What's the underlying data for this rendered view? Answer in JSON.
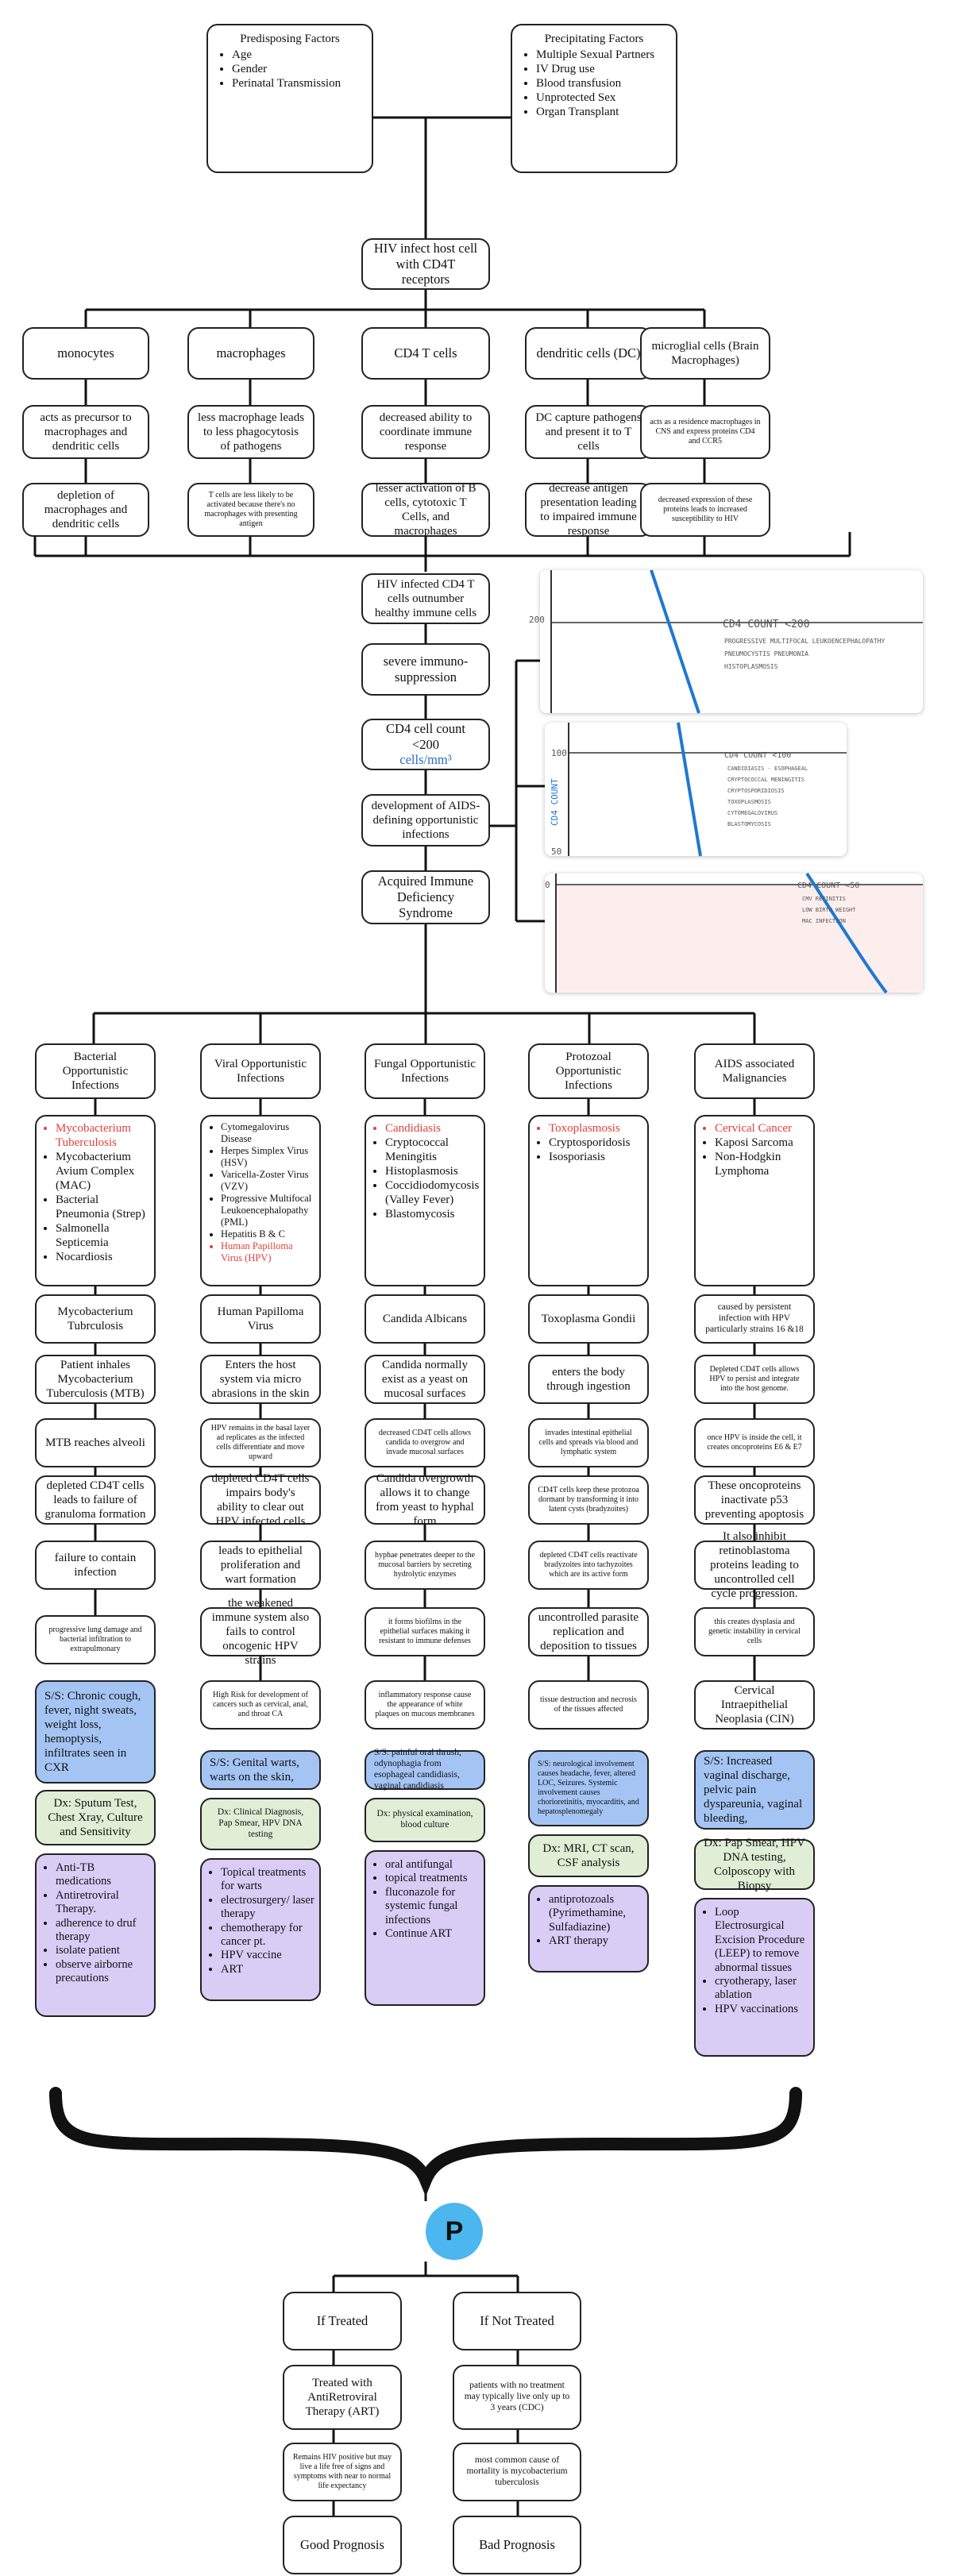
{
  "top": {
    "predisposing": {
      "title": "Predisposing Factors",
      "items": [
        "Age",
        "Gender",
        "Perinatal Transmission"
      ]
    },
    "precipitating": {
      "title": "Precipitating Factors",
      "items": [
        "Multiple Sexual Partners",
        "IV Drug use",
        "Blood transfusion",
        "Unprotected Sex",
        "Organ Transplant"
      ]
    },
    "hiv_infect": "HIV infect host cell with CD4T receptors"
  },
  "cells": [
    {
      "name": "monocytes",
      "action": "acts as precursor to macrophages and dendritic cells",
      "effect": "depletion of macrophages and dendritic cells"
    },
    {
      "name": "macrophages",
      "action": "less macrophage leads to less phagocytosis of pathogens",
      "effect": "T cells are less likely to be activated because there's no macrophages with presenting antigen"
    },
    {
      "name": "CD4 T cells",
      "action": "decreased ability to coordinate immune response",
      "effect": "lesser activation of B cells, cytotoxic T Cells, and macrophages"
    },
    {
      "name": "dendritic cells (DC)",
      "action": "DC capture pathogens and present it to T cells",
      "effect": "decrease antigen presentation leading to impaired immune response"
    },
    {
      "name": "microglial cells (Brain Macrophages)",
      "action": "acts as a residence macrophages in CNS and express proteins CD4 and CCR5",
      "effect": "decreased expression of these proteins leads to increased susceptibility to HIV"
    }
  ],
  "center_flow": {
    "outnumber": "HIV infected CD4 T cells outnumber healthy immune cells",
    "immuno": "severe immuno-suppression",
    "cd4_count_a": "CD4 cell count <200",
    "cd4_count_b": "cells/mm³",
    "aids_defining": "development of AIDS-defining opportunistic infections",
    "aids": "Acquired Immune Deficiency Syndrome"
  },
  "charts": {
    "c1": {
      "tick": "200",
      "title": "CD4 COUNT <200",
      "items": [
        "PROGRESSIVE MULTIFOCAL LEUKOENCEPHALOPATHY",
        "PNEUMOCYSTIS PNEUMONIA",
        "HISTOPLASMOSIS"
      ]
    },
    "c2": {
      "tick_top": "100",
      "tick_bottom": "50",
      "ylabel": "CD4 COUNT",
      "title": "CD4 COUNT <100",
      "items": [
        "CANDIDIASIS - ESOPHAGEAL",
        "CRYPTOCOCCAL MENINGITIS",
        "CRYPTOSPORIDIOSIS",
        "TOXOPLASMOSIS",
        "CYTOMEGALOVIRUS",
        "BLASTOMYCOSIS"
      ]
    },
    "c3": {
      "tick": "0",
      "title": "CD4 COUNT <50",
      "items": [
        "CMV RETINITIS",
        "LOW BIRTH WEIGHT",
        "MAC INFECTION"
      ]
    }
  },
  "columns": [
    {
      "header": "Bacterial Opportunistic Infections",
      "red_item": "Mycobacterium Tuberculosis",
      "items": [
        "Mycobacterium Avium Complex (MAC)",
        "Bacterial Pneumonia (Strep)",
        "Salmonella Septicemia",
        "Nocardiosis"
      ],
      "red_tail": "",
      "organism": "Mycobacterium Tubrculosis",
      "steps": [
        "Patient inhales Mycobacterium Tuberculosis (MTB)",
        "MTB reaches alveoli",
        "depleted CD4T cells leads to failure of granuloma formation",
        "failure to contain infection",
        "progressive lung damage and bacterial infiltration to extrapulmonary"
      ],
      "ss": "S/S: Chronic cough, fever, night sweats, weight loss, hemoptysis, infiltrates seen in CXR",
      "dx": "Dx: Sputum Test, Chest Xray, Culture and Sensitivity",
      "tx": [
        "Anti-TB medications",
        "Antiretroviral Therapy.",
        "adherence to druf therapy",
        "isolate patient",
        "observe airborne precautions"
      ]
    },
    {
      "header": "Viral Opportunistic Infections",
      "red_item": "",
      "items": [
        "Cytomegalovirus Disease",
        "Herpes Simplex Virus (HSV)",
        "Varicella-Zoster Virus (VZV)",
        "Progressive Multifocal Leukoencephalopathy (PML)",
        "Hepatitis B & C"
      ],
      "red_tail": "Human Papilloma Virus (HPV)",
      "organism": "Human Papilloma Virus",
      "steps": [
        "Enters the host system via micro abrasions in the skin",
        "HPV remains in the basal layer ad replicates as the infected cells differentiate and move upward",
        "depleted CD4T cells impairs body's ability to clear out HPV infected cells",
        "leads to epithelial proliferation and wart formation",
        "the weakened immune system also fails to control oncogenic HPV strains",
        "High Risk for development of cancers such as cervical, anal, and throat CA"
      ],
      "ss": "S/S: Genital warts, warts on the skin,",
      "dx": "Dx: Clinical Diagnosis, Pap Smear, HPV DNA testing",
      "tx": [
        "Topical treatments for warts",
        "electrosurgery/ laser therapy",
        "chemotherapy for cancer pt.",
        "HPV vaccine",
        "ART"
      ]
    },
    {
      "header": "Fungal Opportunistic Infections",
      "red_item": "Candidiasis",
      "items": [
        "Cryptococcal Meningitis",
        "Histoplasmosis",
        "Coccidiodomycosis (Valley Fever)",
        "Blastomycosis"
      ],
      "red_tail": "",
      "organism": "Candida Albicans",
      "steps": [
        "Candida normally exist as a yeast on mucosal surfaces",
        "decreased CD4T cells allows candida to overgrow and invade mucosal surfaces",
        "Candida overgrowth allows it to change from yeast to hyphal form",
        "hyphae penetrates deeper to the mucosal barriers by secreting hydrolytic enzymes",
        "it forms biofilms in the epithelial surfaces making it resistant to immune defenses",
        "inflammatory response cause the appearance of white plaques on mucous membranes"
      ],
      "ss": "S/S: painful oral thrush, odynophagia from esophageal candidiasis, vaginal candidiasis",
      "dx": "Dx: physical examination, blood culture",
      "tx": [
        "oral antifungal",
        "topical treatments",
        "fluconazole for systemic fungal infections",
        "Continue ART"
      ]
    },
    {
      "header": "Protozoal Opportunistic Infections",
      "red_item": "Toxoplasmosis",
      "items": [
        "Cryptosporidosis",
        "Isosporiasis"
      ],
      "red_tail": "",
      "organism": "Toxoplasma Gondii",
      "steps": [
        "enters the body through ingestion",
        "invades intestinal epithelial cells and spreads via blood and lymphatic system",
        "CD4T cells keep these protozoa dormant by transforming it into latent cysts (bradyzoites)",
        "depleted CD4T cells reactivate bradyzoites into tachyzoites which are its active form",
        "uncontrolled parasite replication and deposition to tissues",
        "tissue destruction and necrosis of the tissues affected"
      ],
      "ss": "S/S: neurological involvement causes headache, fever, altered LOC, Seizures. Systemic involvement causes chorioretinitis, myocarditis, and hepatosplenomegaly",
      "dx": "Dx: MRI, CT scan, CSF analysis",
      "tx": [
        "antiprotozoals (Pyrimethamine, Sulfadiazine)",
        "ART therapy"
      ]
    },
    {
      "header": "AIDS associated Malignancies",
      "red_item": "Cervical Cancer",
      "items": [
        "Kaposi Sarcoma",
        "Non-Hodgkin Lymphoma"
      ],
      "red_tail": "",
      "organism": "caused by persistent infection with HPV particularly strains 16 &18",
      "steps": [
        "Depleted CD4T cells allows HPV to persist and integrate into the host genome.",
        "once HPV is inside the cell, it creates oncoproteins E6 & E7",
        "These oncoproteins inactivate p53 preventing apoptosis",
        "It also inhibit retinoblastoma proteins leading to uncontrolled cell cycle progression.",
        "this creates dysplasia and genetic instability in cervical cells",
        "Cervical Intraepithelial Neoplasia (CIN)"
      ],
      "ss": "S/S: Increased vaginal discharge, pelvic pain dyspareunia, vaginal bleeding,",
      "dx": "Dx: Pap Smear, HPV DNA testing, Colposcopy with Biopsy",
      "tx": [
        "Loop Electrosurgical Excision Procedure (LEEP) to remove abnormal tissues",
        "cryotherapy, laser ablation",
        "HPV vaccinations"
      ]
    }
  ],
  "prognosis": {
    "circle_letter": "P",
    "treated": {
      "label": "If Treated",
      "detail": "Treated with AntiRetroviral Therapy (ART)",
      "outcome": "Remains HIV positive but may live a life free of signs and symptoms with near to normal life expectancy",
      "final": "Good Prognosis"
    },
    "untreated": {
      "label": "If Not Treated",
      "detail": "patients with no treatment may typically live only up to 3 years (CDC)",
      "outcome": "most common cause of mortality is mycobacterium tuberculosis",
      "final": "Bad Prognosis"
    }
  },
  "colors": {
    "red_text": "#e0413a",
    "ss_blue": "#a4c4f4",
    "dx_green": "#dfeed5",
    "tx_purple": "#d9ccf5",
    "circle_blue": "#4cb6ee",
    "chart_line": "#1f78d1",
    "chart_shade": "#fdeeee"
  }
}
